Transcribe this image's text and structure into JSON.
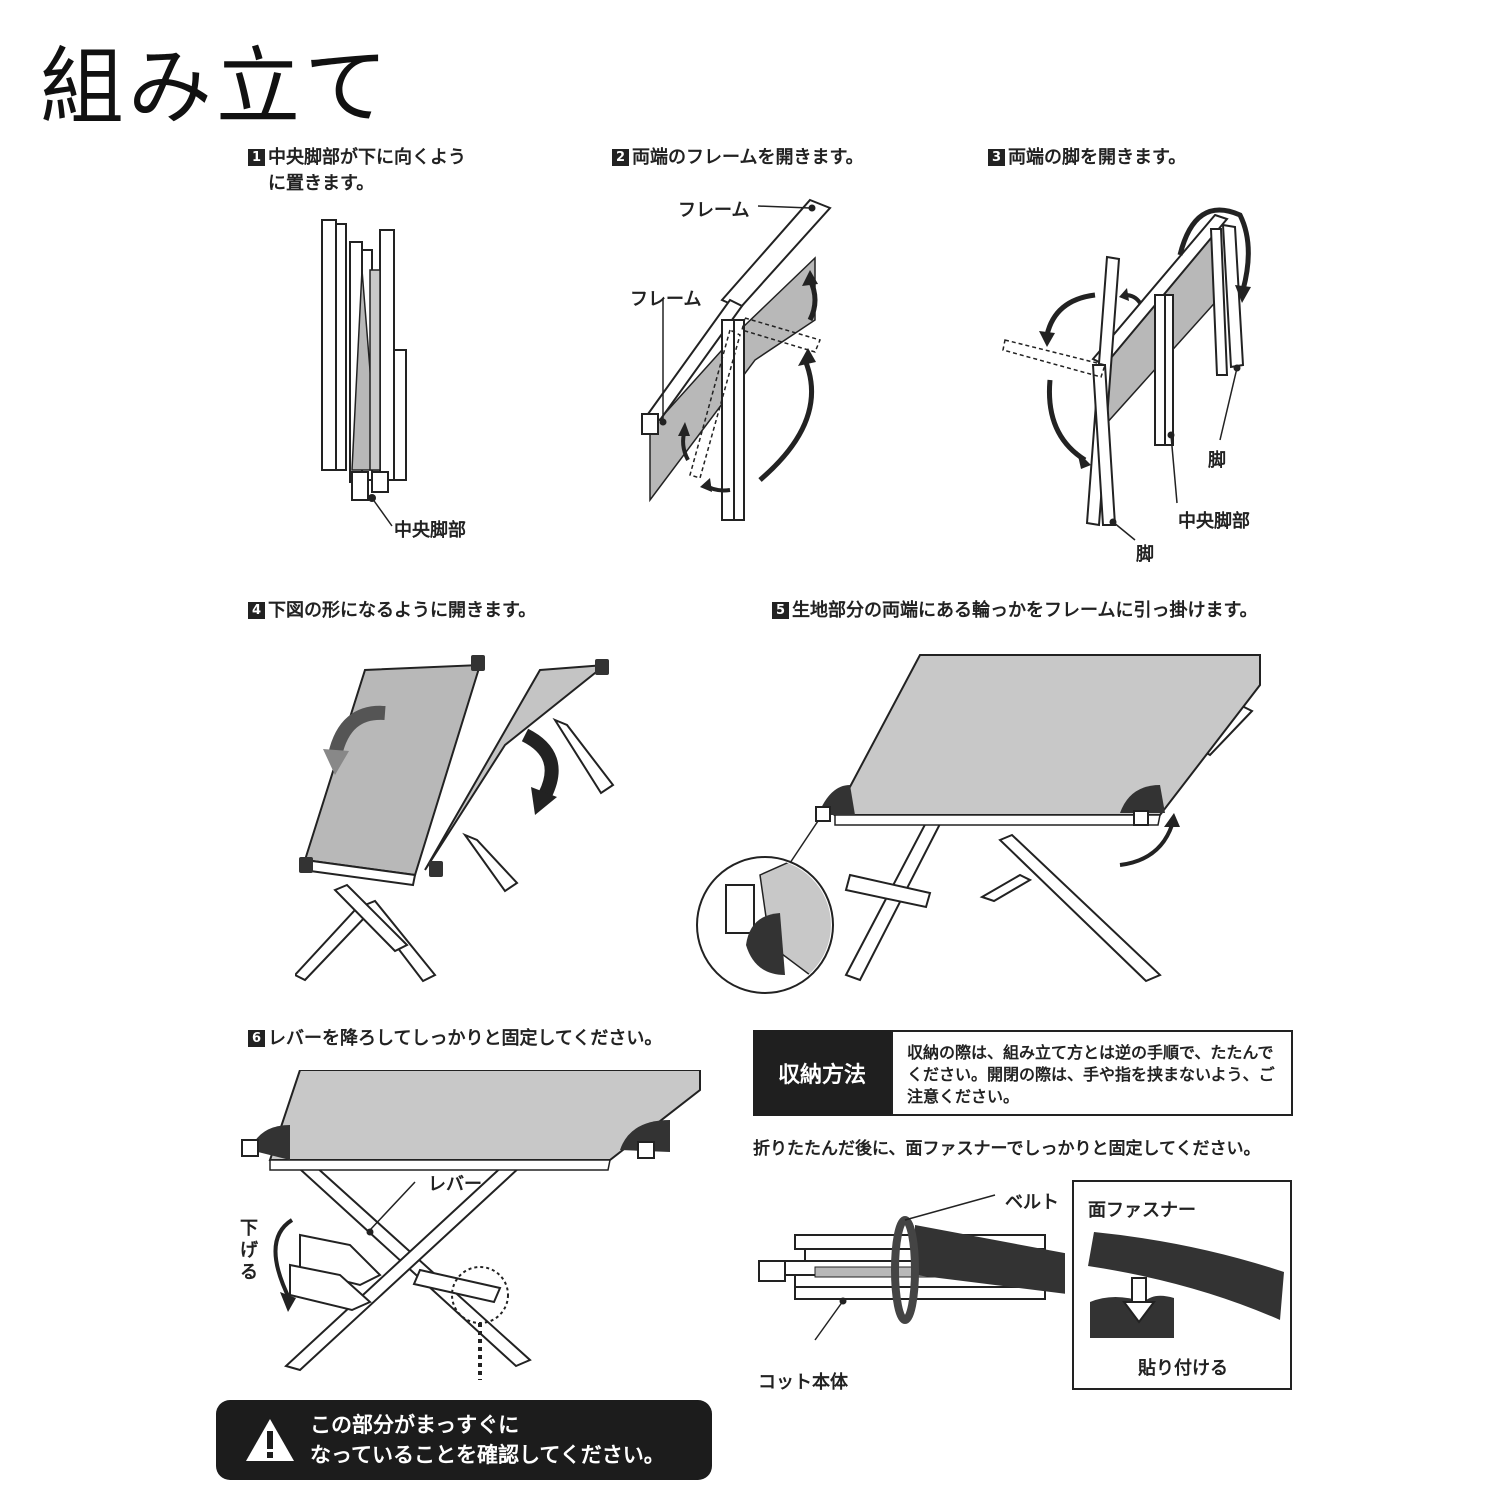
{
  "page": {
    "title": "組み立て"
  },
  "steps": [
    {
      "num": "1",
      "text": "中央脚部が下に向くよう\nに置きます。"
    },
    {
      "num": "2",
      "text": "両端のフレームを開きます。"
    },
    {
      "num": "3",
      "text": "両端の脚を開きます。"
    },
    {
      "num": "4",
      "text": "下図の形になるように開きます。"
    },
    {
      "num": "5",
      "text": "生地部分の両端にある輪っかをフレームに引っ掛けます。"
    },
    {
      "num": "6",
      "text": "レバーを降ろしてしっかりと固定してください。"
    }
  ],
  "labels": {
    "center_leg": "中央脚部",
    "frame": "フレーム",
    "leg": "脚",
    "lever": "レバー",
    "lower": "下げる",
    "belt": "ベルト",
    "velcro": "面ファスナー",
    "attach": "貼り付ける",
    "cot_body": "コット本体"
  },
  "storage": {
    "heading": "収納方法",
    "text": "収納の際は、組み立て方とは逆の手順で、たたんでください。開閉の際は、手や指を挟まないよう、ご注意ください。",
    "after_fold": "折りたたんだ後に、面ファスナーでしっかりと固定してください。"
  },
  "warning": {
    "text": "この部分がまっすぐに\nなっていることを確認してください。"
  },
  "colors": {
    "fabric": "#b8b8b8",
    "fabric_light": "#d4d4d4",
    "dark": "#1f1f1f",
    "line": "#222222"
  }
}
